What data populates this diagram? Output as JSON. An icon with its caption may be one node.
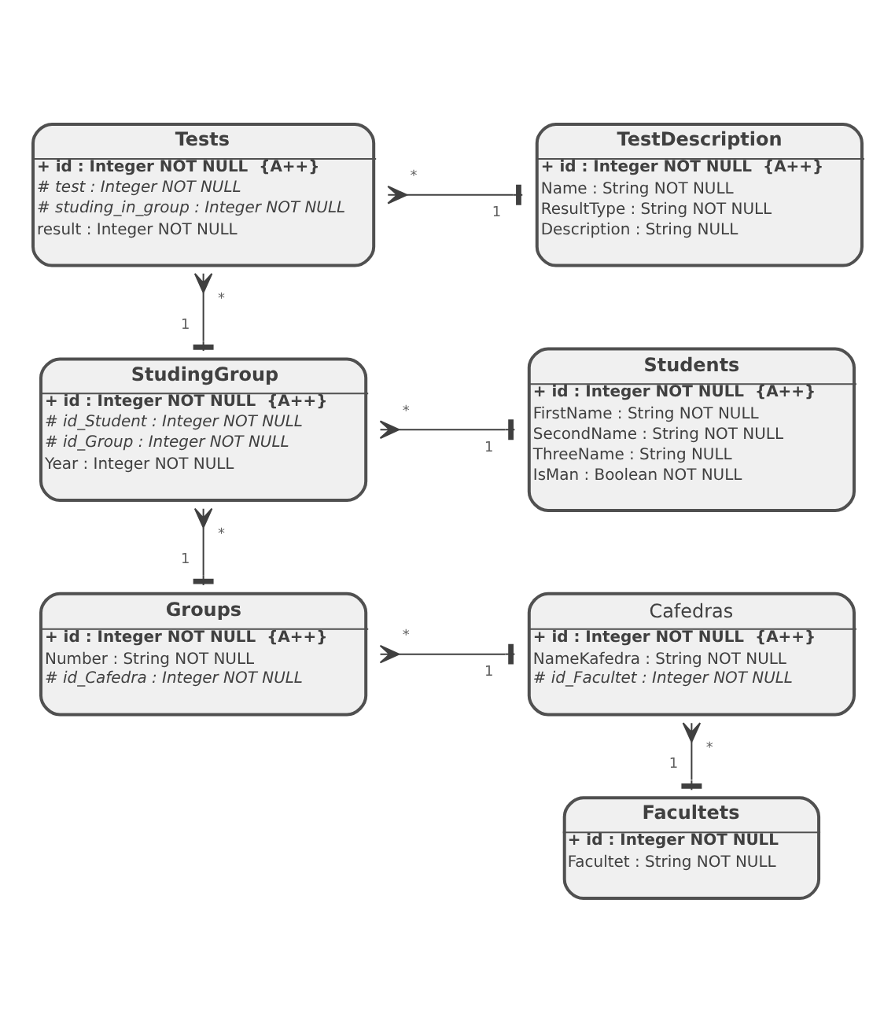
{
  "diagram": {
    "nodes": [
      {
        "text": [
          "Tests",
          "+ id : Integer NOT NULL  {A++}",
          "# test : Integer NOT NULL",
          "# studing_in_group : Integer NOT NULL",
          "result : Integer NOT NULL"
        ]
      },
      {
        "text": [
          "TestDescription",
          "+ id : Integer NOT NULL  {A++}",
          "Name : String NOT NULL",
          "ResultType : String NOT NULL",
          "Description : String NULL"
        ]
      },
      {
        "text": [
          "StudingGroup",
          "+ id : Integer NOT NULL  {A++}",
          "# id_Student : Integer NOT NULL",
          "# id_Group : Integer NOT NULL",
          "Year : Integer NOT NULL"
        ]
      },
      {
        "text": [
          "Students",
          "+ id : Integer NOT NULL  {A++}",
          "FirstName : String NOT NULL",
          "SecondName : String NOT NULL",
          "ThreeName : String NULL",
          "IsMan : Boolean NOT NULL"
        ]
      },
      {
        "text": [
          "Groups",
          "+ id : Integer NOT NULL  {A++}",
          "Number : String NOT NULL",
          "# id_Cafedra : Integer NOT NULL"
        ]
      },
      {
        "text": [
          "Cafedras",
          "+ id : Integer NOT NULL  {A++}",
          "NameKafedra : String NOT NULL",
          "# id_Facultet : Integer NOT NULL"
        ]
      },
      {
        "text": [
          "Facultets",
          "+ id : Integer NOT NULL",
          "Facultet : String NOT NULL"
        ]
      }
    ],
    "edges": [
      {
        "from": 0,
        "to": 1,
        "arrow": "other"
      },
      {
        "from": 0,
        "to": 2,
        "arrow": "other"
      },
      {
        "from": 2,
        "to": 3,
        "arrow": "other"
      },
      {
        "from": 2,
        "to": 4,
        "arrow": "other"
      },
      {
        "from": 4,
        "to": 5,
        "arrow": "other"
      },
      {
        "from": 5,
        "to": 6,
        "arrow": "other"
      }
    ],
    "labels": [
      "*",
      "1",
      "*",
      "1",
      "*",
      "1",
      "*",
      "1",
      "*",
      "1",
      "*",
      "1"
    ]
  }
}
